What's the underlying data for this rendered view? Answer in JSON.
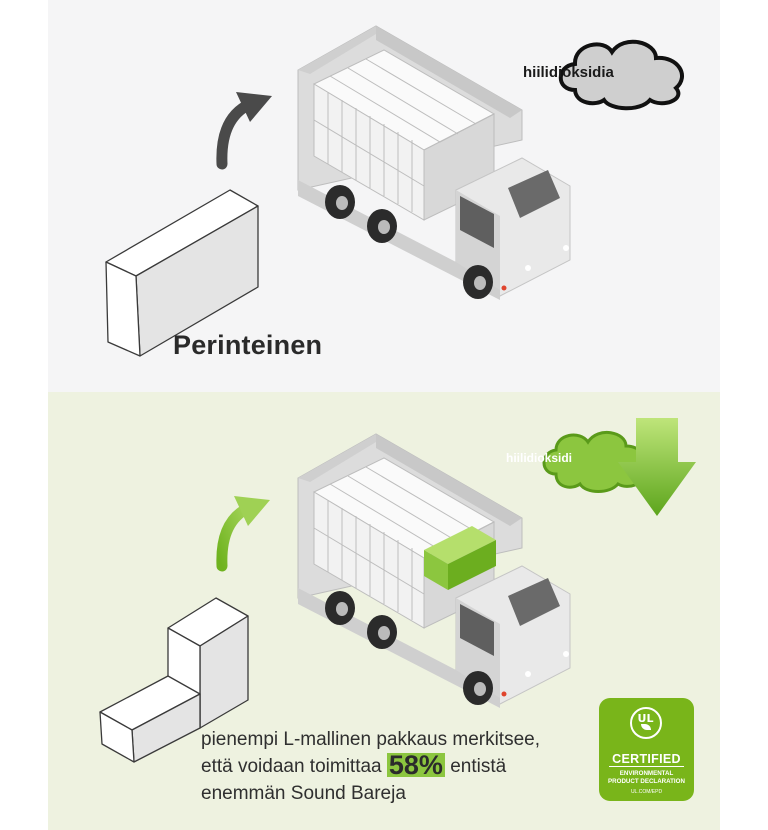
{
  "top": {
    "title": "Perinteinen",
    "cloud_label": "hiilidioksidia"
  },
  "bottom": {
    "cloud_label": "hiilidioksidi",
    "caption_line1": "pienempi L-mallinen pakkaus merkitsee,",
    "caption_line2_pre": "että voidaan toimittaa ",
    "caption_highlight": "58%",
    "caption_line2_post": " entistä",
    "caption_line3": "enemmän Sound Bareja"
  },
  "badge": {
    "logo_text": "UL",
    "certified": "CERTIFIED",
    "line1": "ENVIRONMENTAL",
    "line2": "PRODUCT DECLARATION",
    "url": "UL.COM/EPD"
  },
  "colors": {
    "accent_green": "#8cc63f",
    "badge_green": "#79b51a",
    "top_background": "#f5f5f6",
    "bottom_background": "#eef2e0",
    "arrow_dark": "#4a4a4a"
  }
}
